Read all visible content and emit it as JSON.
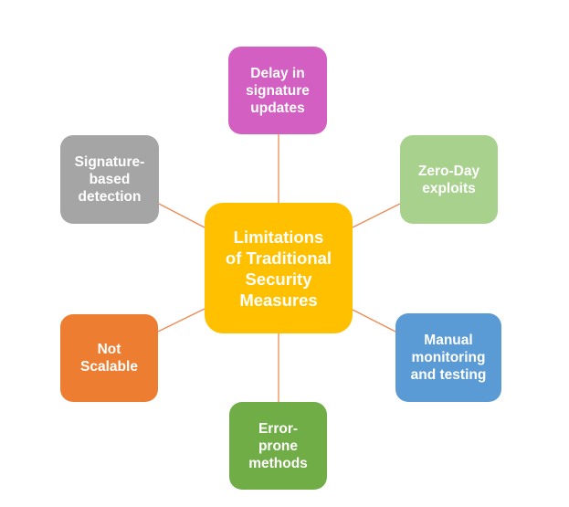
{
  "diagram": {
    "center": {
      "label": "Limitations\nof Traditional\nSecurity\nMeasures",
      "color": "#FFC000"
    },
    "nodes": [
      {
        "id": "top",
        "label": "Delay in\nsignature\nupdates",
        "color": "#D25FC1"
      },
      {
        "id": "top-right",
        "label": "Zero-Day\nexploits",
        "color": "#A9D18E"
      },
      {
        "id": "bottom-right",
        "label": "Manual\nmonitoring\nand testing",
        "color": "#5B9BD5"
      },
      {
        "id": "bottom",
        "label": "Error-\nprone\nmethods",
        "color": "#70AD47"
      },
      {
        "id": "bottom-left",
        "label": "Not\nScalable",
        "color": "#ED7D31"
      },
      {
        "id": "top-left",
        "label": "Signature-\nbased\ndetection",
        "color": "#A5A5A5"
      }
    ],
    "connector_color": "#ED8B52"
  }
}
